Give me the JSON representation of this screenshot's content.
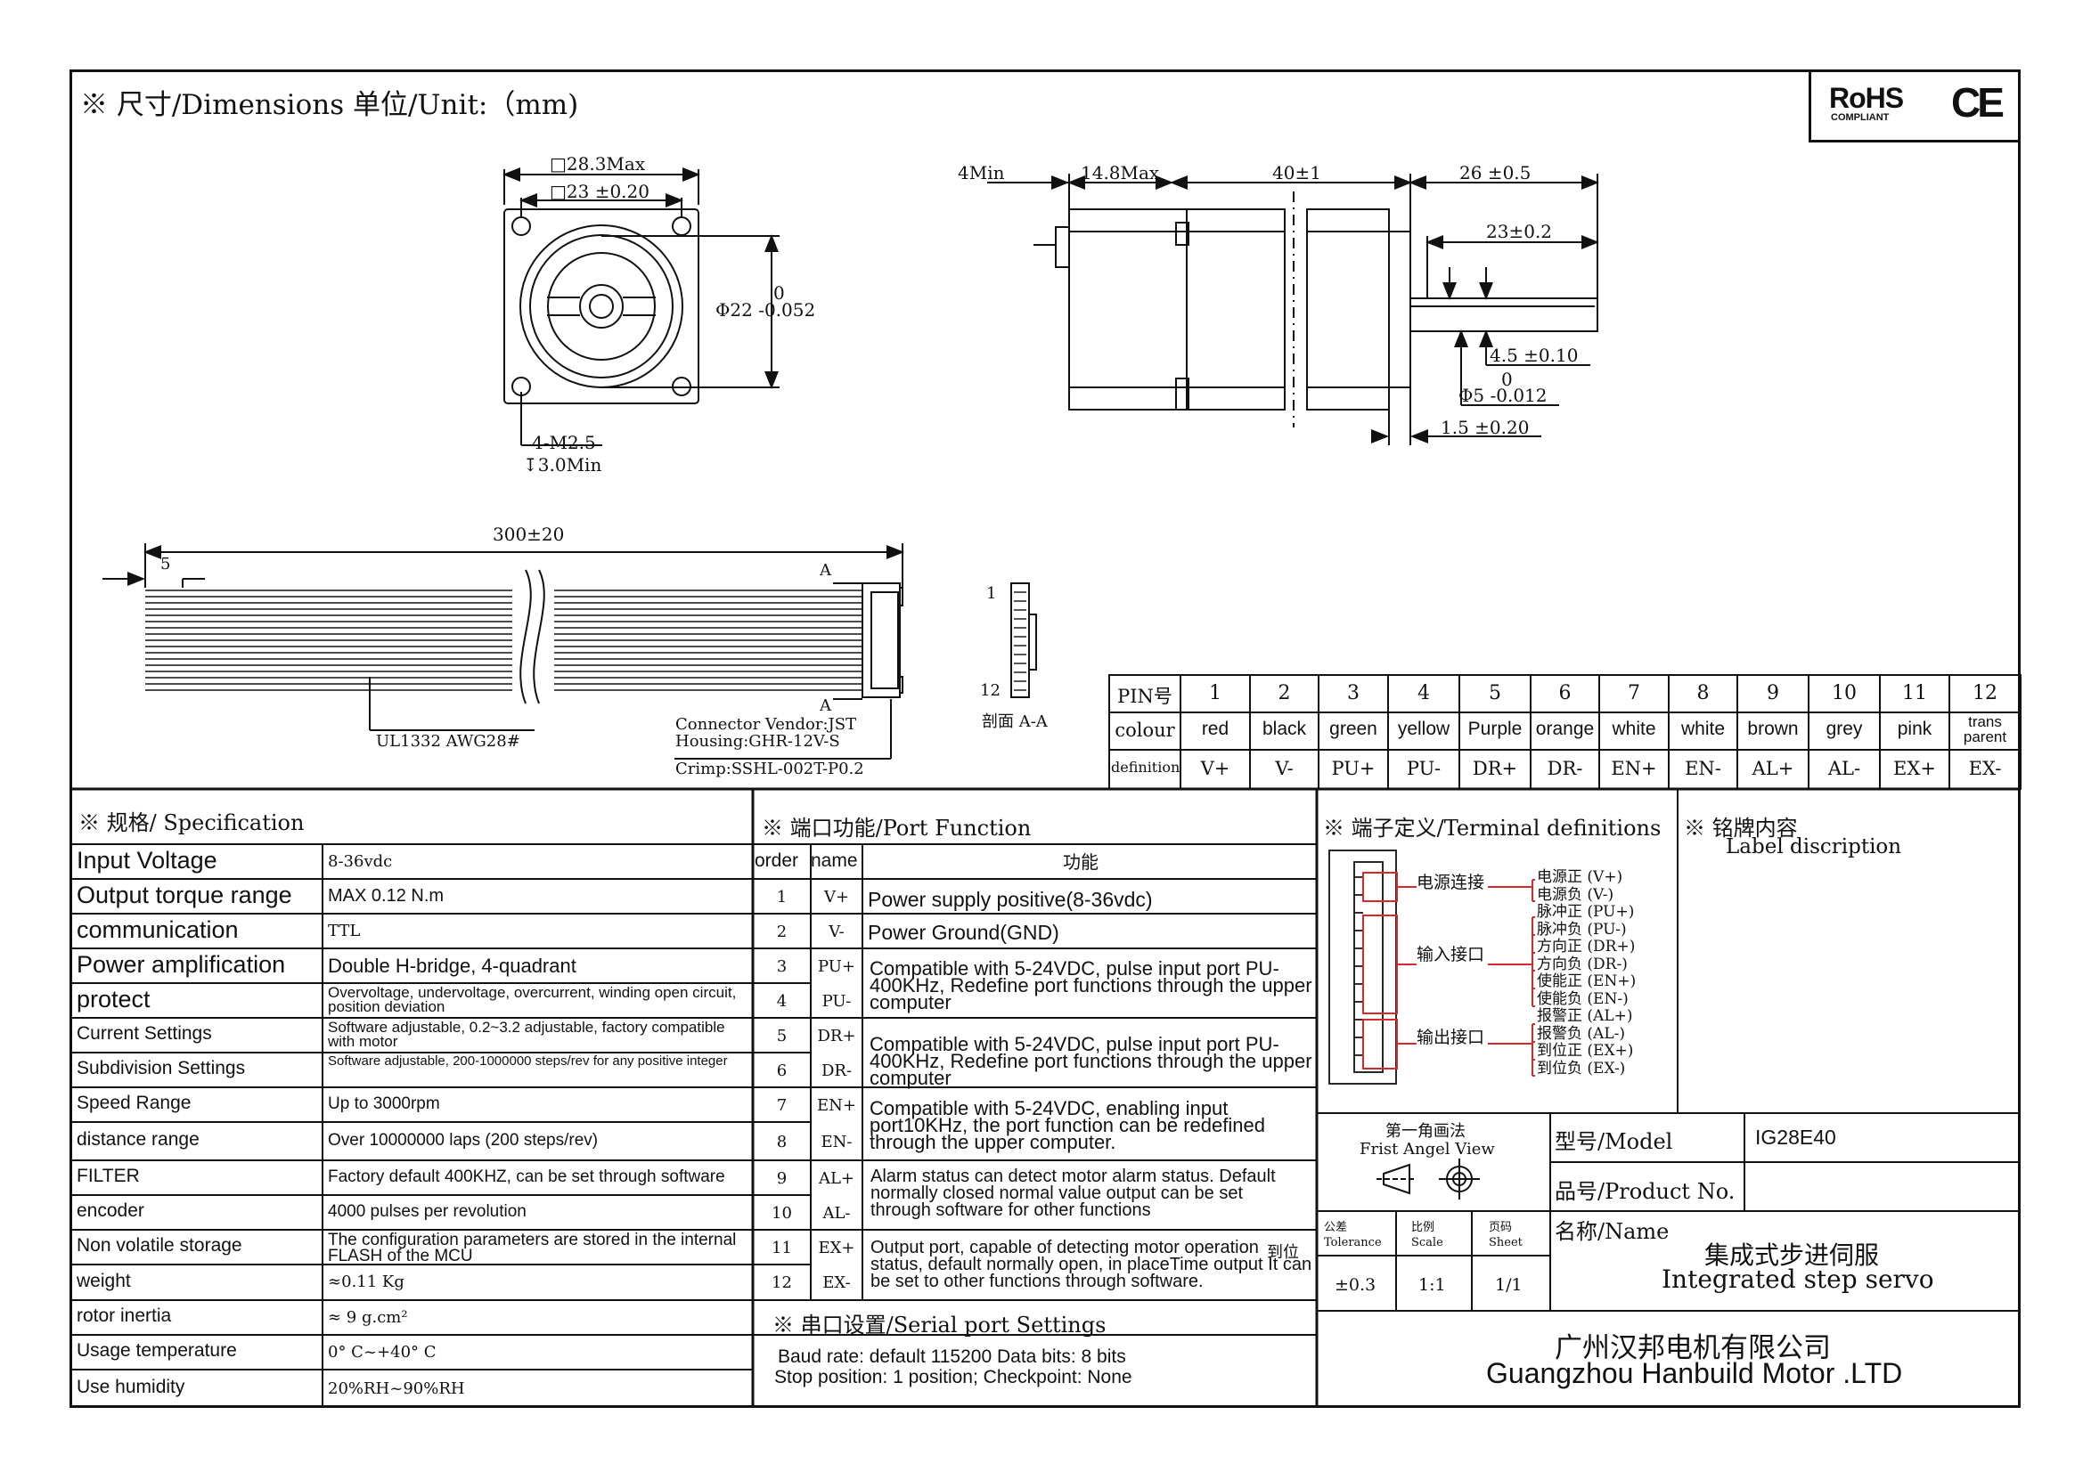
{
  "header": {
    "title": "※ 尺寸/Dimensions  单位/Unit:（mm)",
    "rohs_big": "RoHS",
    "rohs_small": "COMPLIANT",
    "ce": "CE"
  },
  "front_view": {
    "dim_outer": "□28.3Max",
    "dim_hole": "□23 ±0.20",
    "dia_tol_top": "0",
    "dia": "Φ22 -0.052",
    "screw": "4-M2.5",
    "screw_depth": "↧3.0Min"
  },
  "side_view": {
    "d_4min": "4Min",
    "d_148": "14.8Max",
    "d_40": "40±1",
    "d_26": "26 ±0.5",
    "d_23": "23±0.2",
    "d_45": "4.5 ±0.10",
    "shaft_tol_top": "0",
    "shaft_dia": "Φ5 -0.012",
    "d_15": "1.5 ±0.20"
  },
  "cable": {
    "length": "300±20",
    "strip": "5",
    "section_top": "A",
    "section_bottom": "A",
    "wire": "UL1332 AWG28#",
    "vendor": "Connector Vendor:JST",
    "housing": "Housing:GHR-12V-S",
    "crimp": "Crimp:SSHL-002T-P0.2",
    "pin_first": "1",
    "pin_last": "12",
    "section_label": "剖面 A-A"
  },
  "pin_table": {
    "row_labels": [
      "PIN号",
      "colour",
      "definition"
    ],
    "pins": [
      "1",
      "2",
      "3",
      "4",
      "5",
      "6",
      "7",
      "8",
      "9",
      "10",
      "11",
      "12"
    ],
    "colours": [
      "red",
      "black",
      "green",
      "yellow",
      "Purple",
      "orange",
      "white",
      "white",
      "brown",
      "grey",
      "pink",
      "trans parent"
    ],
    "definitions": [
      "V+",
      "V-",
      "PU+",
      "PU-",
      "DR+",
      "DR-",
      "EN+",
      "EN-",
      "AL+",
      "AL-",
      "EX+",
      "EX-"
    ]
  },
  "spec": {
    "title": "※ 规格/ Specification",
    "rows": [
      {
        "label": "Input Voltage",
        "value": "8-36vdc"
      },
      {
        "label": "Output torque range",
        "value": "MAX 0.12 N.m"
      },
      {
        "label": "communication",
        "value": "TTL"
      },
      {
        "label": "Power amplification",
        "value": "Double H-bridge, 4-quadrant"
      },
      {
        "label": "protect",
        "value": "Overvoltage, undervoltage, overcurrent, winding open circuit, position deviation"
      },
      {
        "label": "Current Settings",
        "value": "Software adjustable, 0.2~3.2 adjustable, factory compatible with motor"
      },
      {
        "label": "Subdivision Settings",
        "value": "Software adjustable, 200-1000000 steps/rev for any positive integer"
      },
      {
        "label": "Speed Range",
        "value": "Up to 3000rpm"
      },
      {
        "label": "distance range",
        "value": "Over 10000000 laps (200 steps/rev)"
      },
      {
        "label": "FILTER",
        "value": "Factory default 400KHZ, can be set through software"
      },
      {
        "label": "encoder",
        "value": "4000 pulses per revolution"
      },
      {
        "label": "Non volatile storage",
        "value": "The configuration parameters are stored in the internal FLASH of the MCU"
      },
      {
        "label": "weight",
        "value": "≈0.11 Kg"
      },
      {
        "label": "rotor inertia",
        "value": "≈ 9 g.cm²"
      },
      {
        "label": "Usage temperature",
        "value": "0° C~+40° C"
      },
      {
        "label": "Use humidity",
        "value": "20%RH~90%RH"
      }
    ]
  },
  "port": {
    "title": "※ 端口功能/Port Function",
    "head_order": "order",
    "head_name": "name",
    "head_func": "功能",
    "orders": [
      "1",
      "2",
      "3",
      "4",
      "5",
      "6",
      "7",
      "8",
      "9",
      "10",
      "11",
      "12"
    ],
    "names": [
      "V+",
      "V-",
      "PU+",
      "PU-",
      "DR+",
      "DR-",
      "EN+",
      "EN-",
      "AL+",
      "AL-",
      "EX+",
      "EX-"
    ],
    "func_v_plus": "Power supply positive(8-36vdc)",
    "func_v_minus": "Power Ground(GND)",
    "func_pu": "Compatible with 5-24VDC, pulse input port PU-400KHz, Redefine port functions through the upper computer",
    "func_dr": "Compatible with 5-24VDC, pulse input port PU-400KHz, Redefine port functions through the upper computer",
    "func_en": "Compatible with 5-24VDC, enabling input port10KHz, the port function can be redefined through the upper computer.",
    "func_al": "Alarm status can detect motor alarm status. Default normally closed normal value output can be set through software for other functions",
    "func_ex": "Output port, capable of detecting motor operation status, default normally open, in placeTime output It can be set to other functions through software.",
    "func_ex_overlap": "到位"
  },
  "serial": {
    "title": "※ 串口设置/Serial port Settings",
    "line1": "Baud rate: default 115200 Data bits: 8 bits",
    "line2": "Stop position: 1 position; Checkpoint: None"
  },
  "terminal": {
    "title": "※ 端子定义/Terminal definitions",
    "group_power": "电源连接",
    "group_input": "输入接口",
    "group_output": "输出接口",
    "lines": [
      "电源正 (V+)",
      "电源负 (V-)",
      "脉冲正 (PU+)",
      "脉冲负 (PU-)",
      "方向正 (DR+)",
      "方向负 (DR-)",
      "使能正 (EN+)",
      "使能负 (EN-)",
      "报警正 (AL+)",
      "报警负 (AL-)",
      "到位正 (EX+)",
      "到位负 (EX-)"
    ]
  },
  "label_desc": {
    "title": "※ 铭牌内容",
    "subtitle": "Label discription"
  },
  "title_block": {
    "angle_cn": "第一角画法",
    "angle_en": "Frist Angel View",
    "tol_cn": "公差",
    "tol_en": "Tolerance",
    "tol_val": "±0.3",
    "scale_cn": "比例",
    "scale_en": "Scale",
    "scale_val": "1:1",
    "sheet_cn": "页码",
    "sheet_en": "Sheet",
    "sheet_val": "1/1",
    "model_label": "型号/Model",
    "model_value": "IG28E40",
    "product_label": "品号/Product No.",
    "product_value": "",
    "name_label": "名称/Name",
    "name_cn": "集成式步进伺服",
    "name_en": "Integrated step servo",
    "company_cn": "广州汉邦电机有限公司",
    "company_en": "Guangzhou Hanbuild Motor .LTD"
  },
  "colors": {
    "ink": "#111111",
    "wire_red": "#d42a2a",
    "paper": "#ffffff"
  }
}
